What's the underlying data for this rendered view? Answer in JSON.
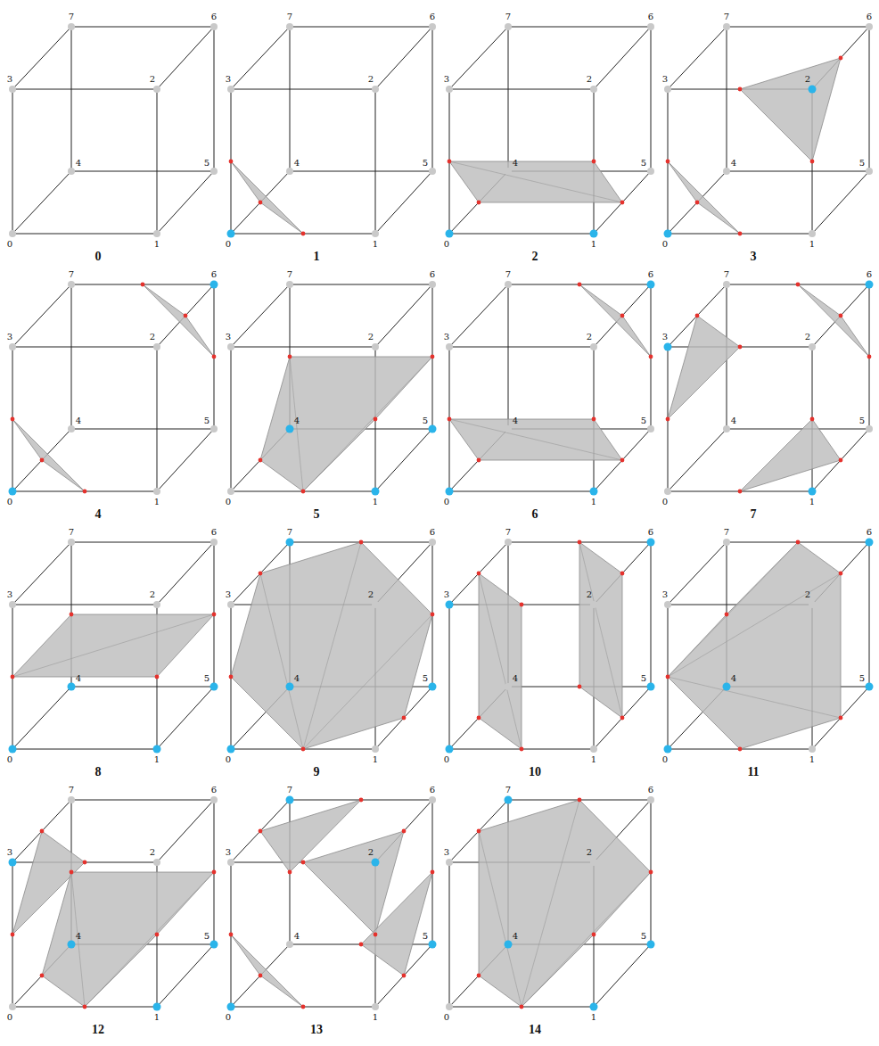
{
  "diagram": {
    "labels": [
      "0",
      "1",
      "2",
      "3",
      "4",
      "5",
      "6",
      "7",
      "0",
      "0",
      "1",
      "2",
      "3",
      "4",
      "5",
      "6",
      "7",
      "1",
      "0",
      "1",
      "2",
      "3",
      "4",
      "5",
      "6",
      "7",
      "2",
      "0",
      "1",
      "2",
      "3",
      "4",
      "5",
      "6",
      "7",
      "3",
      "0",
      "1",
      "2",
      "3",
      "4",
      "5",
      "6",
      "7",
      "4",
      "0",
      "1",
      "2",
      "3",
      "4",
      "5",
      "6",
      "7",
      "5",
      "0",
      "1",
      "2",
      "3",
      "4",
      "5",
      "6",
      "7",
      "6",
      "0",
      "1",
      "2",
      "3",
      "4",
      "5",
      "6",
      "7",
      "7",
      "0",
      "1",
      "2",
      "3",
      "4",
      "5",
      "6",
      "7",
      "8",
      "0",
      "1",
      "2",
      "3",
      "4",
      "5",
      "6",
      "7",
      "9",
      "0",
      "1",
      "2",
      "3",
      "4",
      "5",
      "6",
      "7",
      "10",
      "0",
      "1",
      "2",
      "3",
      "4",
      "5",
      "6",
      "7",
      "11",
      "0",
      "1",
      "2",
      "3",
      "4",
      "5",
      "6",
      "7",
      "12",
      "0",
      "1",
      "2",
      "3",
      "4",
      "5",
      "6",
      "7",
      "13",
      "0",
      "1",
      "2",
      "3",
      "4",
      "5",
      "6",
      "7",
      "14"
    ]
  }
}
